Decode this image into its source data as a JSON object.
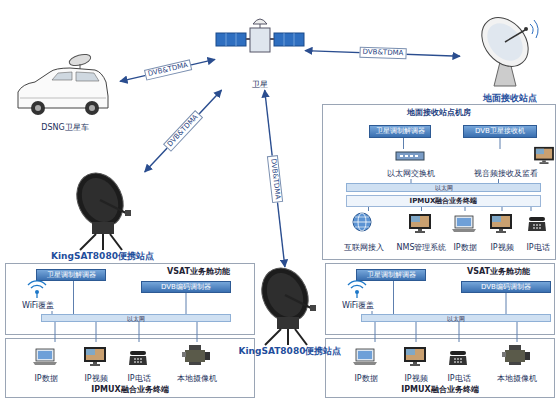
{
  "diagram": {
    "nodes": [
      {
        "text": [
          "卫星"
        ]
      },
      {
        "text": [
          "DSNG卫星车"
        ]
      },
      {
        "text": [
          "地面接收站点"
        ]
      },
      {
        "text": [
          "KingSAT8080便携站点"
        ]
      },
      {
        "text": [
          "KingSAT8080便携站点"
        ]
      },
      {
        "text": [
          "地面接收站点机房"
        ]
      },
      {
        "text": [
          "卫星调制解调器"
        ],
        "in": 5
      },
      {
        "text": [
          "DVB卫星接收机"
        ],
        "in": 5
      },
      {
        "text": [
          "以太网交换机"
        ],
        "in": 5
      },
      {
        "text": [
          "视音频接收及监看"
        ],
        "in": 5
      },
      {
        "text": [
          "以太网"
        ],
        "in": 5
      },
      {
        "text": [
          "IPMUX融合业务终端"
        ],
        "in": 5
      },
      {
        "text": [
          "互联网接入"
        ],
        "in": 5
      },
      {
        "text": [
          "NMS管理系统"
        ],
        "in": 5
      },
      {
        "text": [
          "IP数据"
        ],
        "in": 5
      },
      {
        "text": [
          "IP视频"
        ],
        "in": 5
      },
      {
        "text": [
          "IP电话"
        ],
        "in": 5
      },
      {
        "text": [
          "VSAT业务舱功能"
        ]
      },
      {
        "text": [
          "卫星调制解调器"
        ],
        "in": 17
      },
      {
        "text": [
          "DVB编码调制器"
        ],
        "in": 17
      },
      {
        "text": [
          "WiFi覆盖"
        ],
        "in": 17
      },
      {
        "text": [
          "以太网"
        ],
        "in": 17
      },
      {
        "text": [
          "IPMUX融合业务终端"
        ]
      },
      {
        "text": [
          "IP数据"
        ],
        "in": 22
      },
      {
        "text": [
          "IP视频"
        ],
        "in": 22
      },
      {
        "text": [
          "IP电话"
        ],
        "in": 22
      },
      {
        "text": [
          "本地摄像机"
        ],
        "in": 22
      },
      {
        "text": [
          "VSAT业务舱功能"
        ]
      },
      {
        "text": [
          "卫星调制解调器"
        ],
        "in": 27
      },
      {
        "text": [
          "DVB编码调制器"
        ],
        "in": 27
      },
      {
        "text": [
          "WiFi覆盖"
        ],
        "in": 27
      },
      {
        "text": [
          "以太网"
        ],
        "in": 27
      },
      {
        "text": [
          "IPMUX融合业务终端"
        ]
      },
      {
        "text": [
          "IP数据"
        ],
        "in": 32
      },
      {
        "text": [
          "IP视频"
        ],
        "in": 32
      },
      {
        "text": [
          "IP电话"
        ],
        "in": 32
      },
      {
        "text": [
          "本地摄像机"
        ],
        "in": 32
      }
    ],
    "edges": [
      {
        "from": 1,
        "to": 0,
        "arrow": "both",
        "label": "DVB&TDMA"
      },
      {
        "from": 0,
        "to": 2,
        "arrow": "both",
        "label": "DVB&TDMA"
      },
      {
        "from": 0,
        "to": 3,
        "arrow": "both",
        "label": "DVB&TDMA"
      },
      {
        "from": 0,
        "to": 4,
        "arrow": "both",
        "label": "DVB&TDMA"
      },
      {
        "from": 6,
        "to": 8,
        "arrow": "none"
      },
      {
        "from": 7,
        "to": 9,
        "arrow": "none"
      },
      {
        "from": 8,
        "to": 10,
        "arrow": "none"
      },
      {
        "from": 9,
        "to": 10,
        "arrow": "none"
      },
      {
        "from": 11,
        "to": 12,
        "arrow": "none"
      },
      {
        "from": 11,
        "to": 13,
        "arrow": "none"
      },
      {
        "from": 11,
        "to": 14,
        "arrow": "none"
      },
      {
        "from": 11,
        "to": 15,
        "arrow": "none"
      },
      {
        "from": 11,
        "to": 16,
        "arrow": "none"
      },
      {
        "from": 18,
        "to": 21,
        "arrow": "none"
      },
      {
        "from": 19,
        "to": 21,
        "arrow": "none"
      },
      {
        "from": 20,
        "to": 21,
        "arrow": "none"
      },
      {
        "from": 21,
        "to": 23,
        "arrow": "none"
      },
      {
        "from": 21,
        "to": 24,
        "arrow": "none"
      },
      {
        "from": 21,
        "to": 25,
        "arrow": "none"
      },
      {
        "from": 21,
        "to": 26,
        "arrow": "none"
      },
      {
        "from": 28,
        "to": 31,
        "arrow": "none"
      },
      {
        "from": 29,
        "to": 31,
        "arrow": "none"
      },
      {
        "from": 30,
        "to": 31,
        "arrow": "none"
      },
      {
        "from": 31,
        "to": 33,
        "arrow": "none"
      },
      {
        "from": 31,
        "to": 34,
        "arrow": "none"
      },
      {
        "from": 31,
        "to": 35,
        "arrow": "none"
      },
      {
        "from": 31,
        "to": 36,
        "arrow": "none"
      }
    ]
  }
}
